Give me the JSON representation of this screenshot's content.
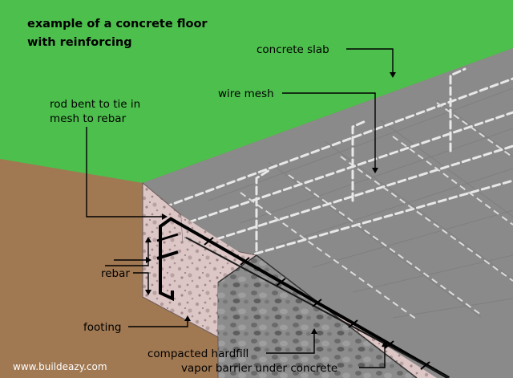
{
  "title_line1": "example of a concrete floor",
  "title_line2": "with reinforcing",
  "labels": {
    "concrete_slab": "concrete slab",
    "wire_mesh": "wire mesh",
    "rod_line1": "rod bent to tie in",
    "rod_line2": "mesh to rebar",
    "rebar": "rebar",
    "footing": "footing",
    "hardfill": "compacted hardfill",
    "vapor_barrier": "vapor barrier under concrete"
  },
  "watermark": "www.buildeazy.com",
  "colors": {
    "grass": "#4dbf4d",
    "soil": "#a07852",
    "slab_top": "#8a8a8a",
    "concrete_side": "#d9c2c2",
    "hardfill": "#8c8c8c",
    "rebar": "#000000",
    "mesh": "#e8e8e8"
  }
}
